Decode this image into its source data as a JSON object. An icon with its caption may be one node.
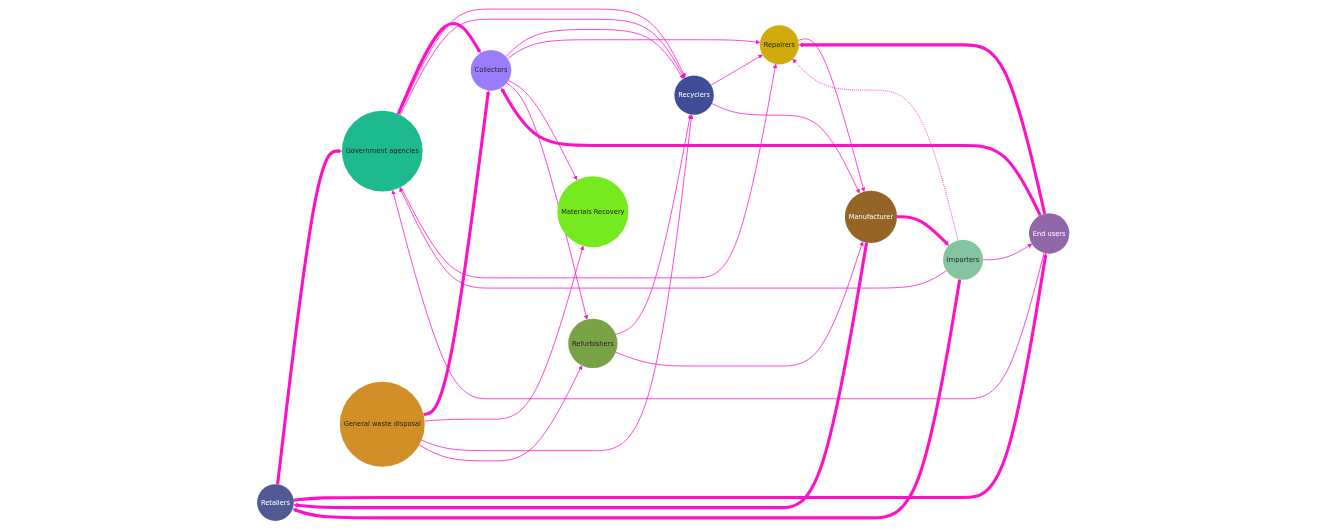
{
  "diagram": {
    "nodes": [
      {
        "text": [
          "Retailers"
        ]
      },
      {
        "text": [
          "Government agencies"
        ]
      },
      {
        "text": [
          "Recyclers"
        ]
      },
      {
        "text": [
          "End users"
        ]
      },
      {
        "text": [
          "Importers"
        ]
      },
      {
        "text": [
          "Collectors"
        ]
      },
      {
        "text": [
          "Materials Recovery"
        ]
      },
      {
        "text": [
          "Repairers"
        ]
      },
      {
        "text": [
          "Manufacturer"
        ]
      },
      {
        "text": [
          "Refurbishers"
        ]
      },
      {
        "text": [
          "General waste disposal"
        ]
      }
    ],
    "edges": [
      {
        "from": 0,
        "to": 1,
        "arrow": "to",
        "style": "thick"
      },
      {
        "from": 0,
        "to": 3,
        "arrow": "to",
        "style": "thick"
      },
      {
        "from": 4,
        "to": 0,
        "arrow": "to",
        "style": "thick"
      },
      {
        "from": 8,
        "to": 0,
        "arrow": "to",
        "style": "thick"
      },
      {
        "from": 8,
        "to": 4,
        "arrow": "to",
        "style": "thick"
      },
      {
        "from": 4,
        "to": 1,
        "arrow": "to"
      },
      {
        "from": 4,
        "to": 3,
        "arrow": "to"
      },
      {
        "from": 4,
        "to": 7,
        "arrow": "to",
        "style": "dashed"
      },
      {
        "from": 3,
        "to": 1,
        "arrow": "to"
      },
      {
        "from": 3,
        "to": 5,
        "arrow": "to",
        "style": "thick"
      },
      {
        "from": 3,
        "to": 7,
        "arrow": "to",
        "style": "thick"
      },
      {
        "from": 1,
        "to": 5,
        "arrow": "to",
        "style": "thick"
      },
      {
        "from": 1,
        "to": 2,
        "arrow": "to"
      },
      {
        "from": 1,
        "to": 2,
        "arrow": "to"
      },
      {
        "from": 1,
        "to": 7,
        "arrow": "to"
      },
      {
        "from": 2,
        "to": 7,
        "arrow": "to"
      },
      {
        "from": 2,
        "to": 8,
        "arrow": "to"
      },
      {
        "from": 5,
        "to": 2,
        "arrow": "to"
      },
      {
        "from": 5,
        "to": 7,
        "arrow": "to"
      },
      {
        "from": 5,
        "to": 6,
        "arrow": "to"
      },
      {
        "from": 5,
        "to": 9,
        "arrow": "to"
      },
      {
        "from": 7,
        "to": 8,
        "arrow": "to"
      },
      {
        "from": 9,
        "to": 2,
        "arrow": "to"
      },
      {
        "from": 9,
        "to": 8,
        "arrow": "to"
      },
      {
        "from": 10,
        "to": 5,
        "arrow": "to",
        "style": "thick"
      },
      {
        "from": 10,
        "to": 6,
        "arrow": "to"
      },
      {
        "from": 10,
        "to": 2,
        "arrow": "to"
      },
      {
        "from": 10,
        "to": 9,
        "arrow": "to"
      }
    ]
  }
}
